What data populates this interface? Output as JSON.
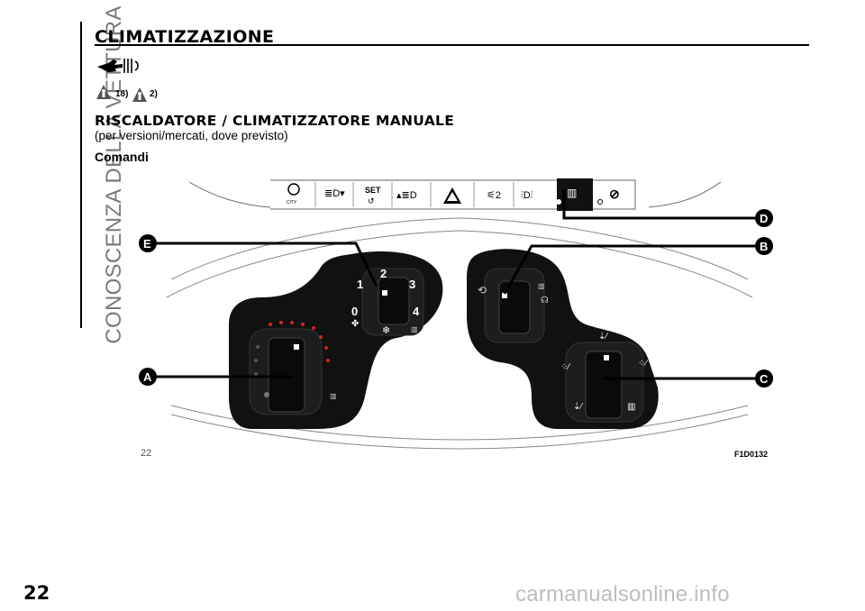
{
  "sidebar": {
    "section_title": "CONOSCENZA DELLA VETTURA"
  },
  "header": {
    "title": "CLIMATIZZAZIONE"
  },
  "warnings": {
    "ref1": "18)",
    "ref2": "2)"
  },
  "section": {
    "heading": "RISCALDATORE / CLIMATIZZATORE MANUALE",
    "note": "(per versioni/mercati, dove previsto)",
    "subheading": "Comandi"
  },
  "figure": {
    "callouts": [
      "A",
      "B",
      "C",
      "D",
      "E"
    ],
    "fan_speeds": [
      "0",
      "1",
      "2",
      "3",
      "4"
    ],
    "panel_button_labels": [
      "CITY",
      "SET"
    ],
    "code": "F1D0132"
  },
  "footer": {
    "page_small": "22",
    "page_number": "22",
    "watermark": "carmanualsonline.info"
  },
  "icons": [
    "hand-pointer-icon",
    "warning-person-icon",
    "fan-icon",
    "snowflake-icon",
    "defrost-icon",
    "recirculation-icon",
    "hazard-icon"
  ],
  "colors": {
    "knob_bg": "#111111",
    "knob_ring": "#2a2a2a",
    "sidebar_text": "#7a7a7a"
  }
}
